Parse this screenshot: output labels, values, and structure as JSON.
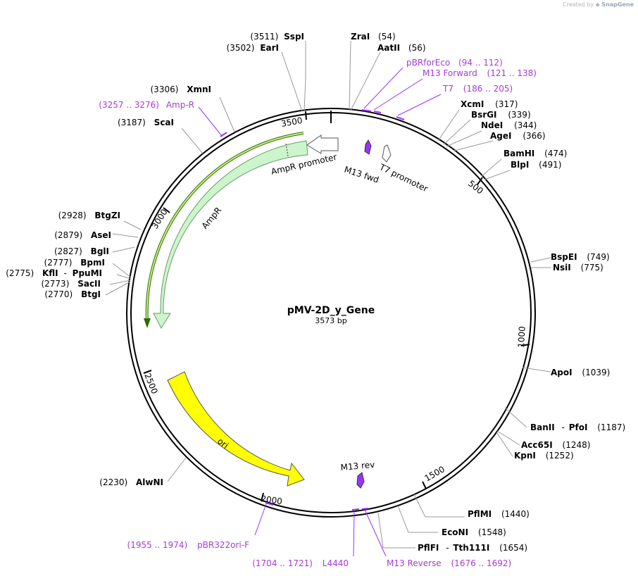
{
  "credit": {
    "prefix": "Created by",
    "brand": "SnapGene"
  },
  "plasmid": {
    "name": "pMV-2D_y_Gene",
    "length_label": "3573 bp"
  },
  "ticks": [
    "500",
    "1000",
    "1500",
    "2000",
    "2500",
    "3000",
    "3500"
  ],
  "features": [
    {
      "label": "AmpR promoter"
    },
    {
      "label": "AmpR"
    },
    {
      "label": "ori"
    },
    {
      "label": "M13 fwd"
    },
    {
      "label": "T7 promoter"
    },
    {
      "label": "M13 rev"
    }
  ],
  "sites": [
    {
      "pos": "(3511)",
      "name": "SspI"
    },
    {
      "pos": "(3502)",
      "name": "EarI"
    },
    {
      "name": "ZraI",
      "pos": "(54)"
    },
    {
      "name": "AatII",
      "pos": "(56)"
    },
    {
      "pos": "(3306)",
      "name": "XmnI"
    },
    {
      "pos": "(3187)",
      "name": "ScaI"
    },
    {
      "name": "XcmI",
      "pos": "(317)"
    },
    {
      "name": "BsrGI",
      "pos": "(339)"
    },
    {
      "name": "NdeI",
      "pos": "(344)"
    },
    {
      "name": "AgeI",
      "pos": "(366)"
    },
    {
      "name": "BamHI",
      "pos": "(474)"
    },
    {
      "name": "BlpI",
      "pos": "(491)"
    },
    {
      "pos": "(2928)",
      "name": "BtgZI"
    },
    {
      "pos": "(2879)",
      "name": "AseI"
    },
    {
      "pos": "(2827)",
      "name": "BglI"
    },
    {
      "pos": "(2777)",
      "name": "BpmI"
    },
    {
      "pos": "(2775)",
      "name": "KflI",
      "sep": "-",
      "name2": "PpuMI"
    },
    {
      "pos": "(2773)",
      "name": "SacII"
    },
    {
      "pos": "(2770)",
      "name": "BtgI"
    },
    {
      "name": "BspEI",
      "pos": "(749)"
    },
    {
      "name": "NsiI",
      "pos": "(775)"
    },
    {
      "name": "ApoI",
      "pos": "(1039)"
    },
    {
      "name": "BanII",
      "sep": "-",
      "name2": "PfoI",
      "pos": "(1187)"
    },
    {
      "name": "Acc65I",
      "pos": "(1248)"
    },
    {
      "name": "KpnI",
      "pos": "(1252)"
    },
    {
      "pos": "(2230)",
      "name": "AlwNI"
    },
    {
      "name": "PflMI",
      "pos": "(1440)"
    },
    {
      "name": "EcoNI",
      "pos": "(1548)"
    },
    {
      "name": "PflFI",
      "sep": "-",
      "name2": "Tth111I",
      "pos": "(1654)"
    }
  ],
  "primers": [
    {
      "name": "pBRforEco",
      "range": "(94 .. 112)"
    },
    {
      "name": "M13 Forward",
      "range": "(121 .. 138)"
    },
    {
      "name": "T7",
      "range": "(186 .. 205)"
    },
    {
      "range": "(3257 .. 3276)",
      "name": "Amp-R"
    },
    {
      "range": "(1955 .. 1974)",
      "name": "pBR322ori-F"
    },
    {
      "range": "(1704 .. 1721)",
      "name": "L4440"
    },
    {
      "name": "M13 Reverse",
      "range": "(1676 .. 1692)"
    }
  ],
  "colors": {
    "backbone": "#000000",
    "ampr_fill": "#ccf5cc",
    "ampr_stroke": "#6a9a6a",
    "ori_fill": "#ffff00",
    "primer_bind": "#9933ff",
    "primer_text": "#a63bd6",
    "promoter_fill": "#ffffff",
    "highlight": "#2e6b00"
  }
}
